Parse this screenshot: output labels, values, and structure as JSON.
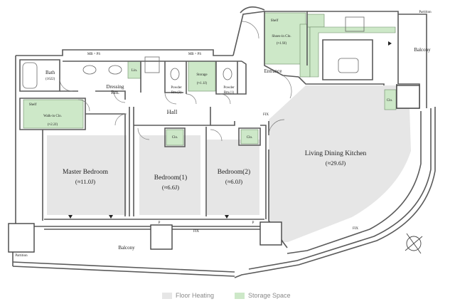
{
  "rooms": {
    "master_bedroom": {
      "name": "Master Bedroom",
      "area": "(≈11.0J)"
    },
    "bedroom1": {
      "name": "Bedroom(1)",
      "area": "(≈6.6J)"
    },
    "bedroom2": {
      "name": "Bedroom(2)",
      "area": "(≈6.0J)"
    },
    "ldk": {
      "name": "Living Dining Kitchen",
      "area": "(≈29.6J)"
    },
    "bath": {
      "name": "Bath",
      "size": "(1622)"
    },
    "dressing": {
      "name_line1": "Dressing",
      "name_line2": "Rm."
    },
    "powder2": {
      "name_line1": "Powder",
      "name_line2": "Rm.(2)"
    },
    "powder1": {
      "name_line1": "Powder",
      "name_line2": "Rm.(1)"
    },
    "storage": {
      "name": "Storage",
      "area": "(≈1.1J)"
    },
    "walkin": {
      "name": "Walk-in Clo.",
      "area": "(≈2.2J)"
    },
    "shoes": {
      "name": "Shoes-in Clo.",
      "area": "(≈1.9J)"
    },
    "hall": {
      "name": "Hall"
    },
    "entrance": {
      "name": "Entrance"
    },
    "balcony_bottom": {
      "name": "Balcony"
    },
    "balcony_right": {
      "name": "Balcony"
    }
  },
  "small_labels": {
    "mbps_left": "MB・PS",
    "mbps_right": "MB・PS",
    "lin": "Lin.",
    "clo": "Clo.",
    "shelf": "Shelf",
    "partition": "Partition",
    "p": "P",
    "fix": "FIX",
    "shoes_shelf_label": "Shelf"
  },
  "legend": {
    "floor_heating": "Floor Heating",
    "storage_space": "Storage Space"
  },
  "colors": {
    "floor_heating": "#e6e6e6",
    "storage_space": "#cde8c8",
    "wall": "#5a5a5a"
  }
}
